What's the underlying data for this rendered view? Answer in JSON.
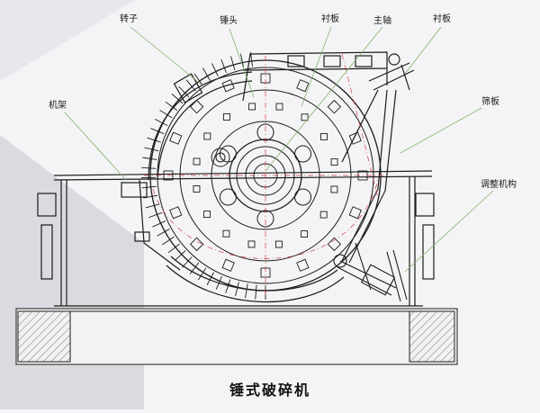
{
  "title": "锤式破碎机",
  "labels": {
    "rotor": "转子",
    "hammer": "锤头",
    "liner_top": "衬板",
    "main_shaft": "主轴",
    "liner_right": "衬板",
    "frame": "机架",
    "screen_plate": "筛板",
    "adjusting_mechanism": "调整机构"
  },
  "colors": {
    "line": "#1c1c1c",
    "leader": "#7fb36a",
    "centerline": "#d04040",
    "background": "#f4f4f6"
  }
}
